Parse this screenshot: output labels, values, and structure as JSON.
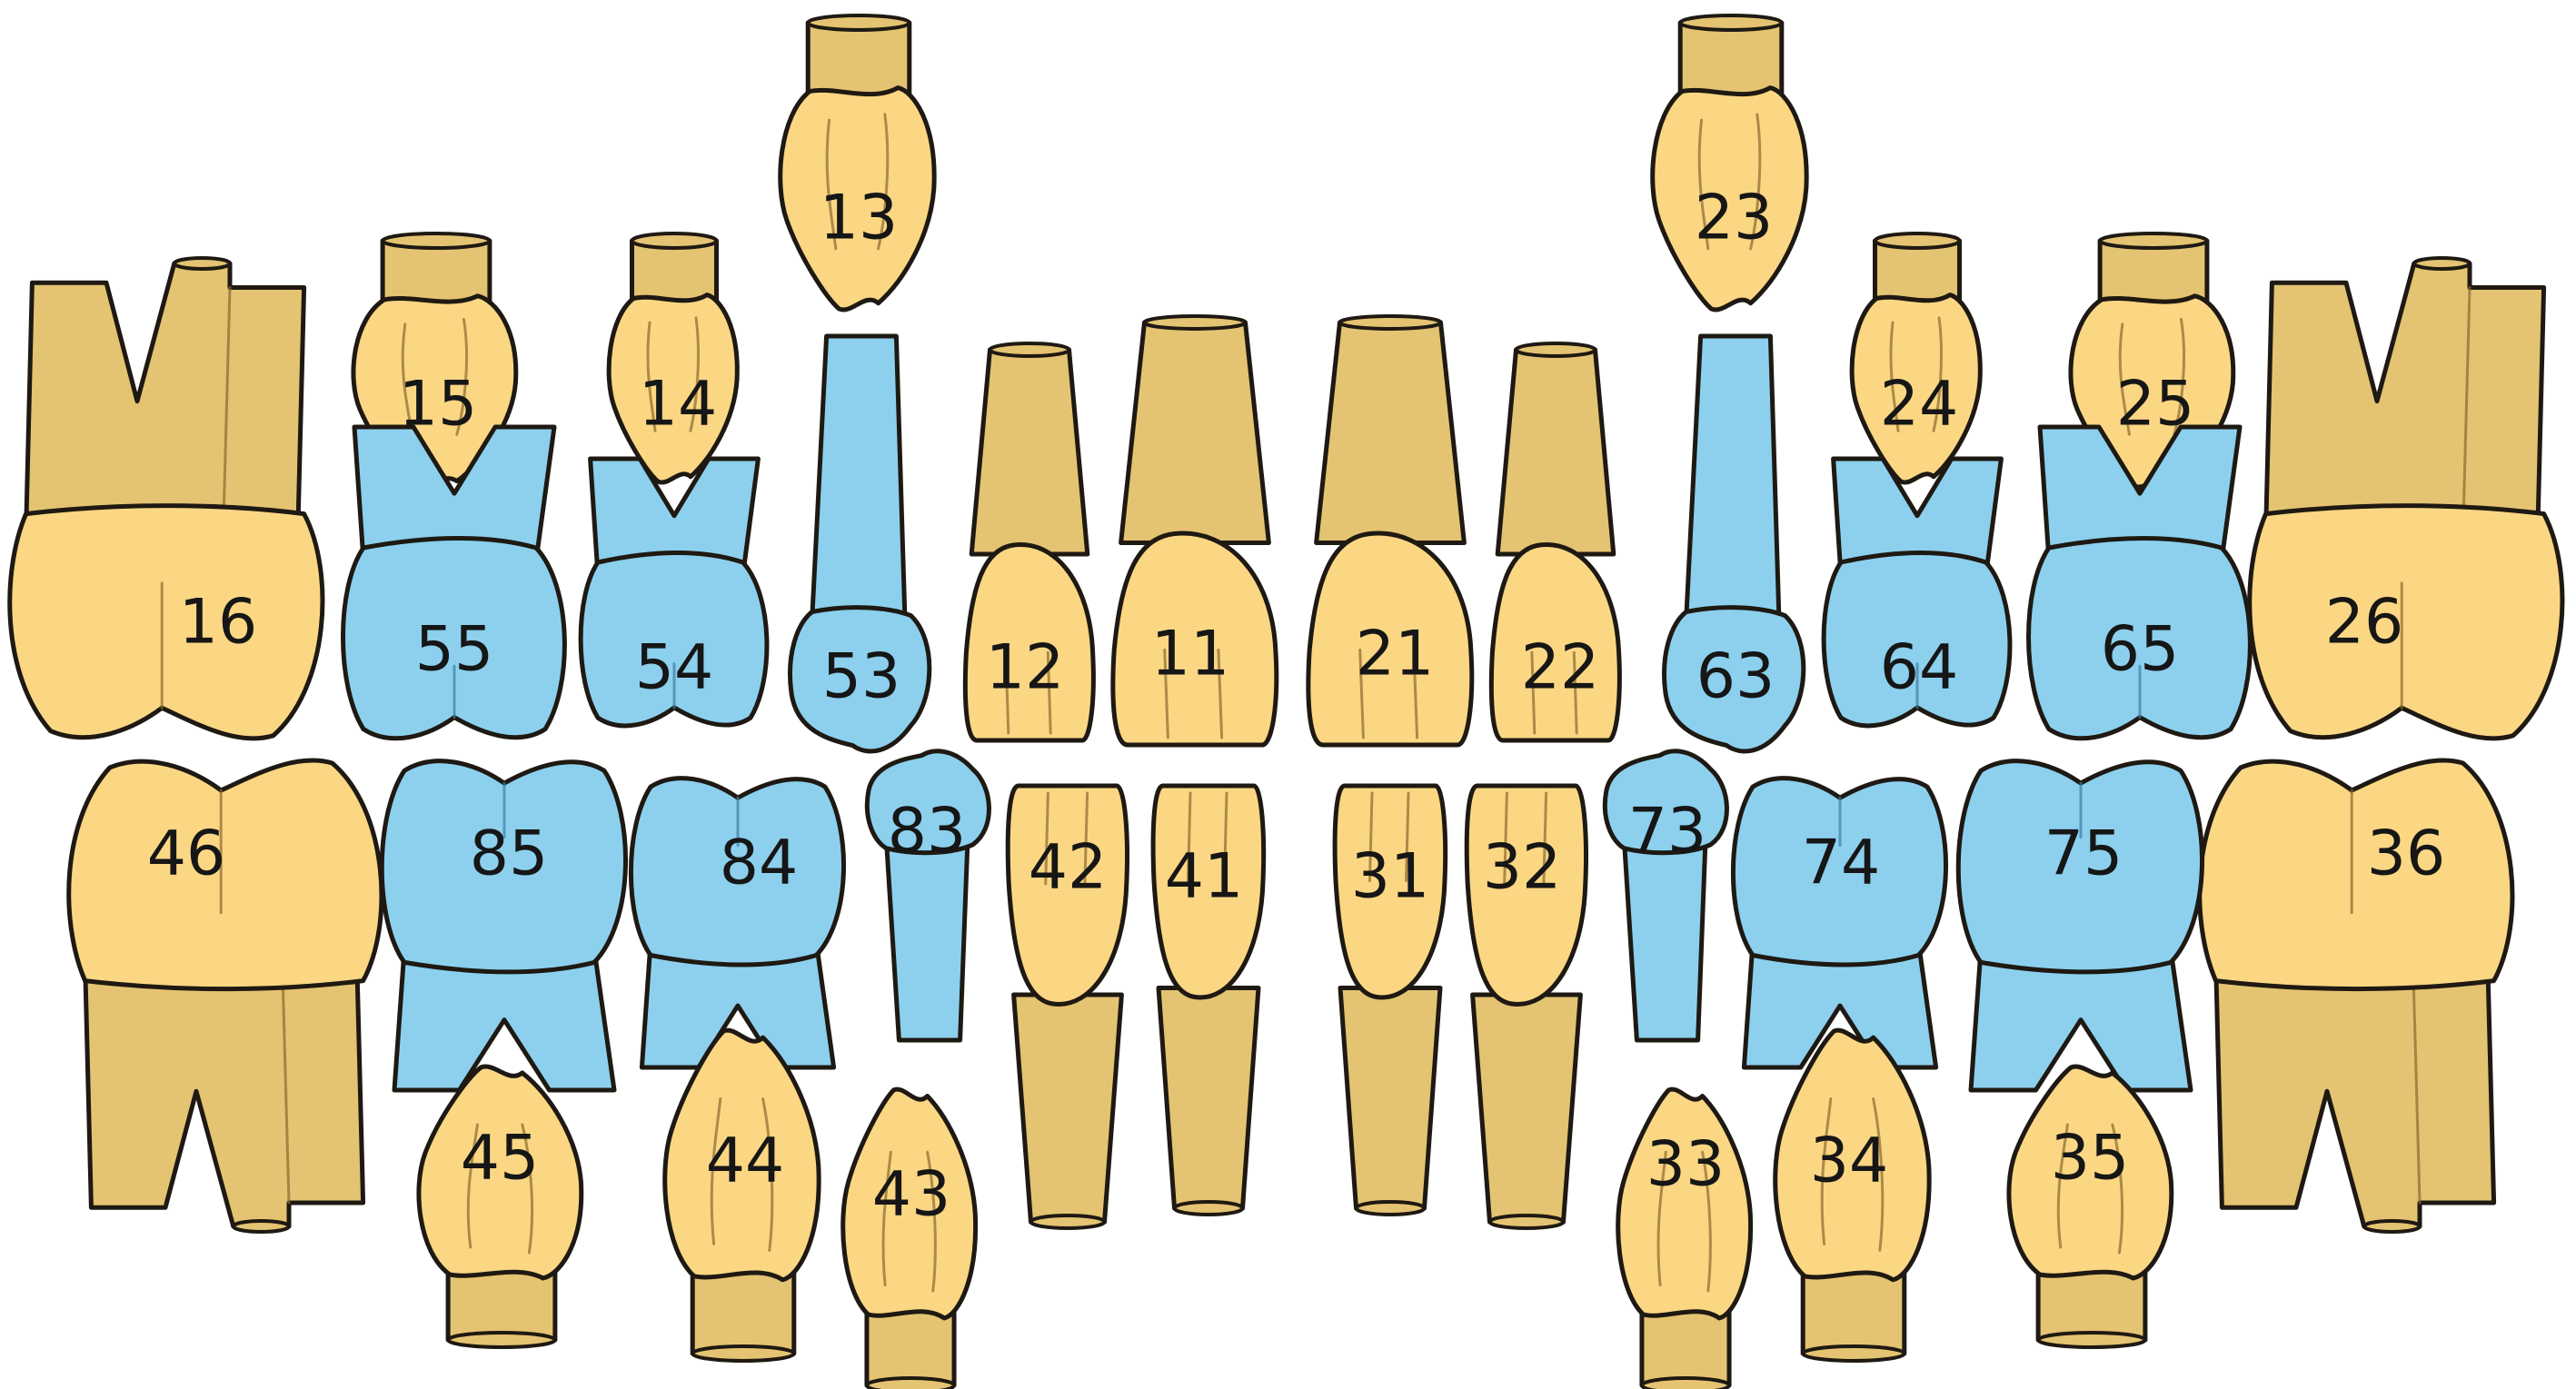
{
  "colors": {
    "permanent": "#fbd784",
    "permanent_root": "#e4c372",
    "primary": "#8cd0ee",
    "primary_root": "#79c2e2",
    "outline": "#1e1912"
  },
  "teeth": [
    {
      "number": "13",
      "dentition": "permanent"
    },
    {
      "number": "23",
      "dentition": "permanent"
    },
    {
      "number": "15",
      "dentition": "permanent"
    },
    {
      "number": "14",
      "dentition": "permanent"
    },
    {
      "number": "24",
      "dentition": "permanent"
    },
    {
      "number": "25",
      "dentition": "permanent"
    },
    {
      "number": "16",
      "dentition": "permanent"
    },
    {
      "number": "26",
      "dentition": "permanent"
    },
    {
      "number": "55",
      "dentition": "primary"
    },
    {
      "number": "54",
      "dentition": "primary"
    },
    {
      "number": "53",
      "dentition": "primary"
    },
    {
      "number": "12",
      "dentition": "permanent"
    },
    {
      "number": "11",
      "dentition": "permanent"
    },
    {
      "number": "21",
      "dentition": "permanent"
    },
    {
      "number": "22",
      "dentition": "permanent"
    },
    {
      "number": "63",
      "dentition": "primary"
    },
    {
      "number": "64",
      "dentition": "primary"
    },
    {
      "number": "65",
      "dentition": "primary"
    },
    {
      "number": "46",
      "dentition": "permanent"
    },
    {
      "number": "36",
      "dentition": "permanent"
    },
    {
      "number": "85",
      "dentition": "primary"
    },
    {
      "number": "84",
      "dentition": "primary"
    },
    {
      "number": "83",
      "dentition": "primary"
    },
    {
      "number": "42",
      "dentition": "permanent"
    },
    {
      "number": "41",
      "dentition": "permanent"
    },
    {
      "number": "31",
      "dentition": "permanent"
    },
    {
      "number": "32",
      "dentition": "permanent"
    },
    {
      "number": "73",
      "dentition": "primary"
    },
    {
      "number": "74",
      "dentition": "primary"
    },
    {
      "number": "75",
      "dentition": "primary"
    },
    {
      "number": "45",
      "dentition": "permanent"
    },
    {
      "number": "44",
      "dentition": "permanent"
    },
    {
      "number": "43",
      "dentition": "permanent"
    },
    {
      "number": "33",
      "dentition": "permanent"
    },
    {
      "number": "34",
      "dentition": "permanent"
    },
    {
      "number": "35",
      "dentition": "permanent"
    }
  ]
}
